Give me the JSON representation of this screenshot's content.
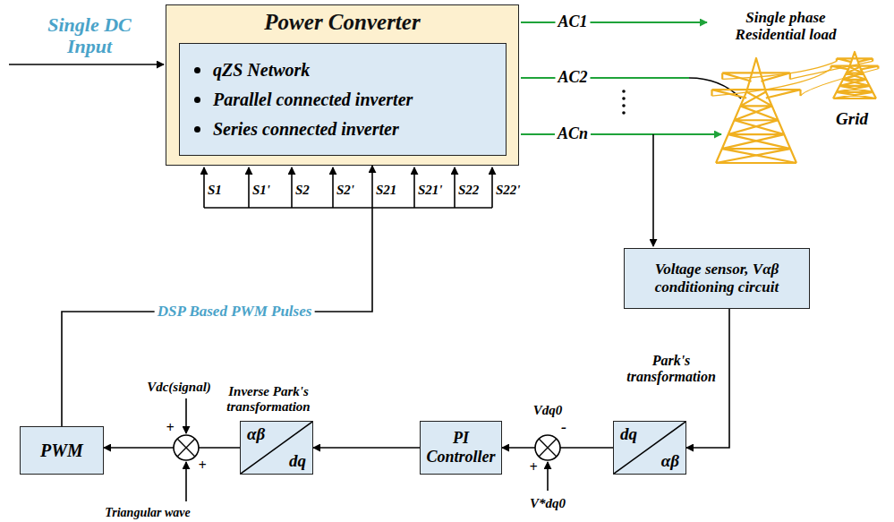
{
  "diagram": {
    "nodes": [
      {
        "text": [
          "Power Converter"
        ]
      },
      {
        "text": [
          "qZS Network",
          "Parallel connected inverter",
          "Series connected inverter"
        ],
        "in": 0
      },
      {
        "text": [
          "Voltage sensor, Vαβ conditioning circuit"
        ]
      },
      {
        "text": [
          "dq",
          "αβ"
        ]
      },
      {
        "text": [
          "PI Controller"
        ]
      },
      {
        "text": [
          "αβ",
          "dq"
        ]
      },
      {
        "text": [
          "PWM"
        ]
      }
    ],
    "edges": [
      {
        "from": 2,
        "to": 3,
        "arrow": "to",
        "label": "Park's transformation"
      },
      {
        "from": 3,
        "to": 4,
        "arrow": "to"
      },
      {
        "from": 4,
        "to": 5,
        "arrow": "to"
      },
      {
        "from": 5,
        "to": 6,
        "arrow": "to"
      },
      {
        "from": 6,
        "to": 0,
        "arrow": "to",
        "label": "DSP Based PWM Pulses"
      }
    ],
    "labels": [
      "Single DC Input",
      "AC1",
      "AC2",
      "ACn",
      "Single phase Residential load",
      "Grid",
      "S1",
      "S1'",
      "S2",
      "S2'",
      "S21",
      "S21'",
      "S22",
      "S22'",
      "Inverse Park's transformation",
      "Vdc(signal)",
      "Triangular wave",
      "Vdq0",
      "V*dq0",
      "+",
      "+",
      "-",
      "+"
    ]
  }
}
